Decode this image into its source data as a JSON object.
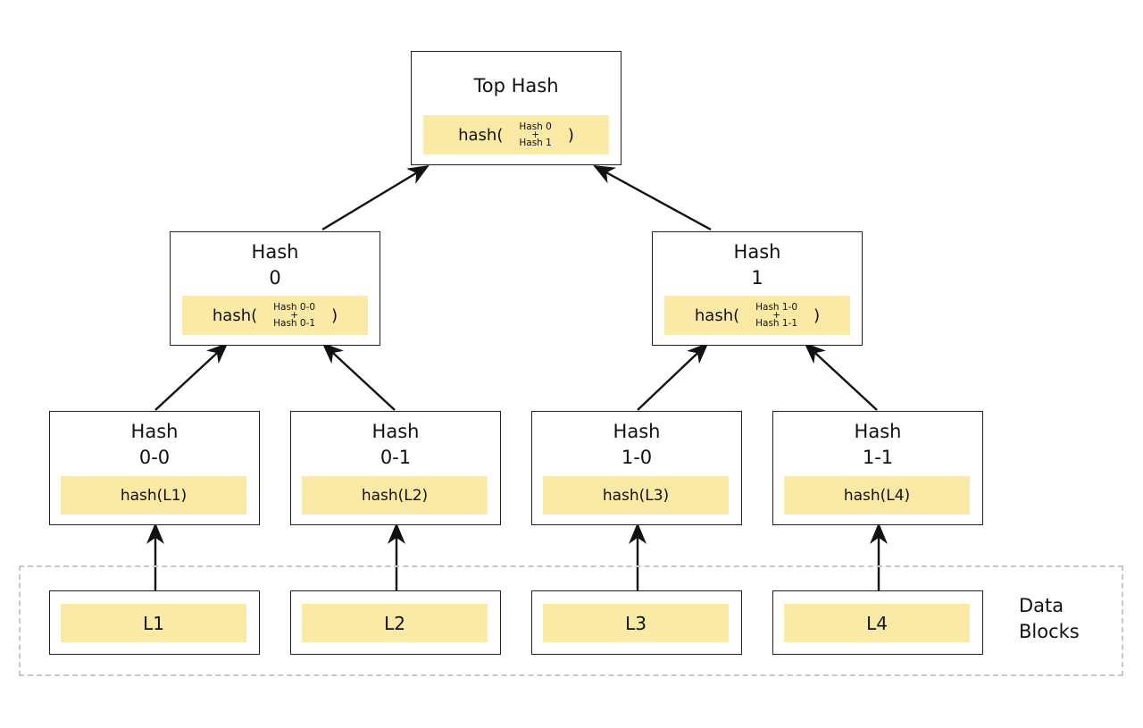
{
  "top": {
    "title": "Top Hash",
    "fn": "hash(",
    "a": "Hash 0",
    "plus": "+",
    "b": "Hash 1",
    "close": ")"
  },
  "level1": [
    {
      "title1": "Hash",
      "title2": "0",
      "fn": "hash(",
      "a": "Hash 0-0",
      "plus": "+",
      "b": "Hash 0-1",
      "close": ")"
    },
    {
      "title1": "Hash",
      "title2": "1",
      "fn": "hash(",
      "a": "Hash 1-0",
      "plus": "+",
      "b": "Hash 1-1",
      "close": ")"
    }
  ],
  "level2": [
    {
      "title1": "Hash",
      "title2": "0-0",
      "value": "hash(L1)"
    },
    {
      "title1": "Hash",
      "title2": "0-1",
      "value": "hash(L2)"
    },
    {
      "title1": "Hash",
      "title2": "1-0",
      "value": "hash(L3)"
    },
    {
      "title1": "Hash",
      "title2": "1-1",
      "value": "hash(L4)"
    }
  ],
  "leaves": [
    "L1",
    "L2",
    "L3",
    "L4"
  ],
  "data_blocks": {
    "line1": "Data",
    "line2": "Blocks"
  },
  "colors": {
    "highlight": "#fbe9a6",
    "border": "#222222",
    "dashed": "#c8c8c8"
  }
}
